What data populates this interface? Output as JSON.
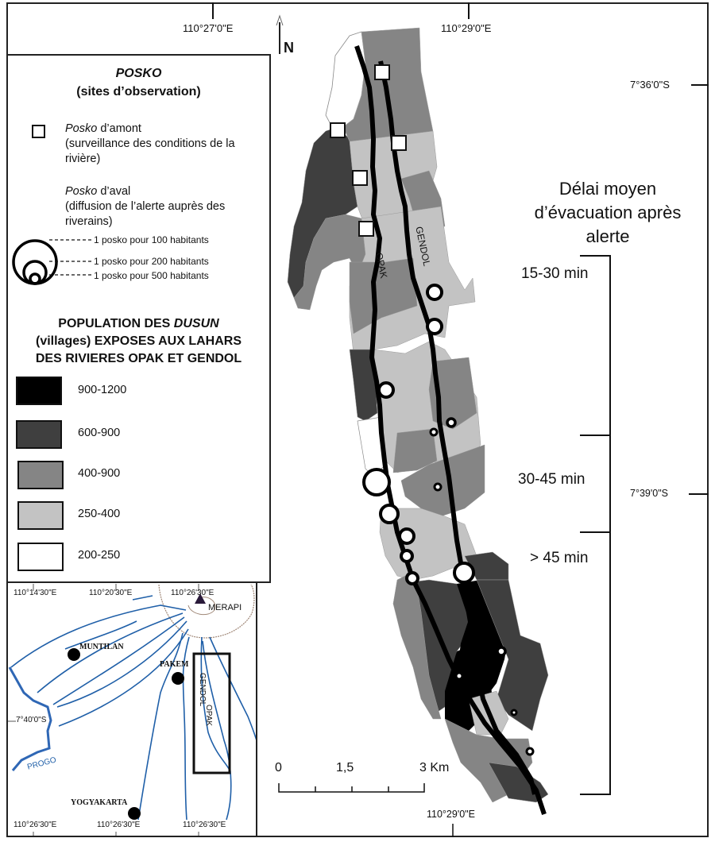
{
  "map": {
    "north_arrow_label": "N",
    "graticule": {
      "top_labels": [
        "110°27'0\"E",
        "110°29'0\"E"
      ],
      "bottom_label": "110°29'0\"E",
      "right_labels": [
        "7°36'0\"S",
        "7°39'0\"S"
      ]
    },
    "rivers": [
      "OPAK",
      "GENDOL"
    ],
    "scale_bar": {
      "labels": [
        "0",
        "1,5",
        "3 Km"
      ]
    }
  },
  "evacuation": {
    "title_lines": [
      "Délai moyen",
      "d’évacuation après",
      "alerte"
    ],
    "classes": [
      "15-30 min",
      "30-45 min",
      "> 45 min"
    ]
  },
  "legend": {
    "posko": {
      "title": "POSKO",
      "subtitle": "(sites d’observation)",
      "upstream": {
        "name_italic": "Posko",
        "name_rest": " d’amont",
        "desc": "(surveillance des conditions de la rivière)"
      },
      "downstream": {
        "name_italic": "Posko",
        "name_rest": " d’aval",
        "desc": "(diffusion de l’alerte auprès des riverains)"
      },
      "sizes": [
        "1 posko pour 100 habitants",
        "1 posko pour 200 habitants",
        "1 posko pour 500 habitants"
      ]
    },
    "population": {
      "title_line1_a": "POPULATION DES ",
      "title_line1_b": "DUSUN",
      "title_line2": "(villages) EXPOSES AUX LAHARS",
      "title_line3": "DES RIVIERES OPAK ET GENDOL",
      "classes": [
        {
          "label": "900-1200",
          "color": "#000000"
        },
        {
          "label": "600-900",
          "color": "#3f3f3f"
        },
        {
          "label": "400-900",
          "color": "#858585"
        },
        {
          "label": "250-400",
          "color": "#c3c3c3"
        },
        {
          "label": "200-250",
          "color": "#ffffff"
        }
      ]
    }
  },
  "inset": {
    "top_labels": [
      "110°14'30\"E",
      "110°20'30\"E",
      "110°26'30\"E"
    ],
    "bottom_labels": [
      "110°26'30\"E",
      "110°26'30\"E",
      "110°26'30\"E"
    ],
    "left_label": "7°40'0\"S",
    "places": [
      "MERAPI",
      "MUNTILAN",
      "PAKEM",
      "YOGYAKARTA"
    ],
    "rivers": [
      "GENDOL",
      "OPAK",
      "PROGO"
    ],
    "river_color": "#1f5fa8",
    "volcano_contour_color": "#a08878"
  }
}
